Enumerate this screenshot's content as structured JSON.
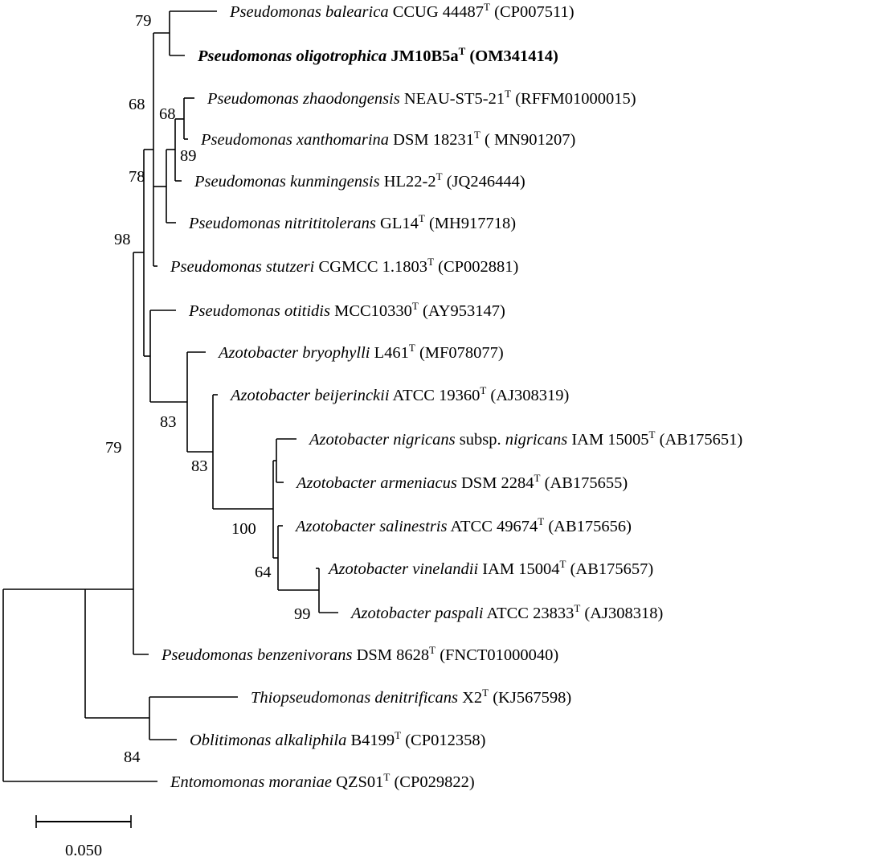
{
  "taxa": [
    {
      "genus": "Pseudomonas",
      "species": "balearica",
      "strain": "CCUG 44487",
      "type_mark": "T",
      "accession": "(CP007511)",
      "bold": false
    },
    {
      "genus": "Pseudomonas",
      "species": "oligotrophica",
      "strain": "JM10B5a",
      "type_mark": "T",
      "accession": "(OM341414)",
      "bold": true
    },
    {
      "genus": "Pseudomonas",
      "species": "zhaodongensis",
      "strain": "NEAU-ST5-21",
      "type_mark": "T",
      "accession": "(RFFM01000015)",
      "bold": false
    },
    {
      "genus": "Pseudomonas",
      "species": "xanthomarina",
      "strain": "DSM 18231",
      "type_mark": "T",
      "accession": "( MN901207)",
      "bold": false
    },
    {
      "genus": "Pseudomonas",
      "species": "kunmingensis",
      "strain": "HL22-2",
      "type_mark": "T",
      "accession": "(JQ246444)",
      "bold": false
    },
    {
      "genus": "Pseudomonas",
      "species": "nitrititolerans",
      "strain": "GL14",
      "type_mark": "T",
      "accession": "(MH917718)",
      "bold": false
    },
    {
      "genus": "Pseudomonas",
      "species": "stutzeri",
      "strain": "CGMCC 1.1803",
      "type_mark": "T",
      "accession": "(CP002881)",
      "bold": false
    },
    {
      "genus": "Pseudomonas",
      "species": "otitidis",
      "strain": "MCC10330",
      "type_mark": "T",
      "accession": "(AY953147)",
      "bold": false
    },
    {
      "genus": "Azotobacter",
      "species": "bryophylli",
      "strain": "L461",
      "type_mark": "T",
      "accession": "(MF078077)",
      "bold": false
    },
    {
      "genus": "Azotobacter",
      "species": "beijerinckii",
      "strain": "ATCC 19360",
      "type_mark": "T",
      "accession": "(AJ308319)",
      "bold": false
    },
    {
      "genus": "Azotobacter",
      "species": "nigricans",
      "subsp_label": "subsp.",
      "subsp": "nigricans",
      "strain": "IAM 15005",
      "type_mark": "T",
      "accession": "(AB175651)",
      "bold": false
    },
    {
      "genus": "Azotobacter",
      "species": "armeniacus",
      "strain": "DSM 2284",
      "type_mark": "T",
      "accession": "(AB175655)",
      "bold": false
    },
    {
      "genus": "Azotobacter",
      "species": "salinestris",
      "strain": "ATCC 49674",
      "type_mark": "T",
      "accession": "(AB175656)",
      "bold": false
    },
    {
      "genus": "Azotobacter",
      "species": "vinelandii",
      "strain": "IAM 15004",
      "type_mark": "T",
      "accession": "(AB175657)",
      "bold": false
    },
    {
      "genus": "Azotobacter",
      "species": "paspali",
      "strain": "ATCC 23833",
      "type_mark": "T",
      "accession": "(AJ308318)",
      "bold": false
    },
    {
      "genus": "Pseudomonas",
      "species": "benzenivorans",
      "strain": "DSM 8628",
      "type_mark": "T",
      "accession": "(FNCT01000040)",
      "bold": false
    },
    {
      "genus": "Thiopseudomonas",
      "species": "denitrificans",
      "strain": "X2",
      "type_mark": "T",
      "accession": "(KJ567598)",
      "bold": false
    },
    {
      "genus": "Oblitimonas",
      "species": "alkaliphila",
      "strain": "B4199",
      "type_mark": "T",
      "accession": "(CP012358)",
      "bold": false
    },
    {
      "genus": "Entomomonas",
      "species": "moraniae",
      "strain": "QZS01",
      "type_mark": "T",
      "accession": "(CP029822)",
      "bold": false
    }
  ],
  "bootstrap_values": [
    "79",
    "68",
    "68",
    "89",
    "78",
    "98",
    "83",
    "83",
    "100",
    "64",
    "99",
    "79",
    "84"
  ],
  "scale_bar": {
    "label": "0.050",
    "value": 0.05
  },
  "colors": {
    "line": "#000000",
    "text": "#000000",
    "background": "#ffffff"
  }
}
